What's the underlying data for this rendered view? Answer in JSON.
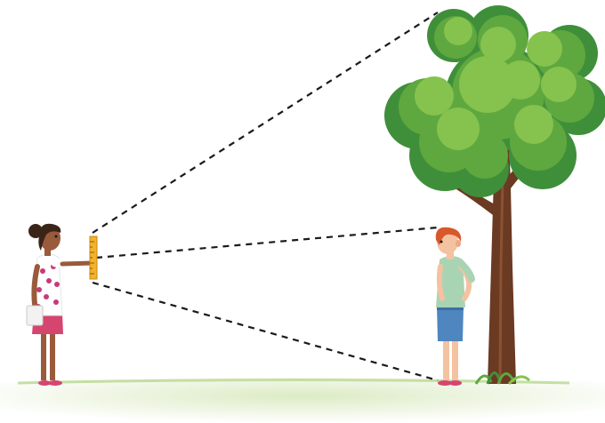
{
  "scene": {
    "figures": [
      "girl-with-ruler",
      "boy",
      "tree"
    ],
    "sight_line_style": "dashed",
    "colors": {
      "background": "#ffffff",
      "ground": "#dcebc4",
      "ground_edge": "#b6d58f",
      "sight_line": "#1a1a1a",
      "ruler": "#f2b22e",
      "foliage_dark": "#3f8f3a",
      "foliage_mid": "#5ea83f",
      "foliage_light": "#86c24e",
      "trunk": "#6b3a22",
      "girl_skin": "#9a5a3c",
      "girl_dress": "#ffffff",
      "girl_dots": "#c8387a",
      "girl_skirt": "#d6456f",
      "boy_hair": "#d8582a",
      "boy_skin": "#f4c2a0",
      "boy_shirt": "#a9d4b4",
      "boy_shorts": "#4f86bf"
    }
  }
}
